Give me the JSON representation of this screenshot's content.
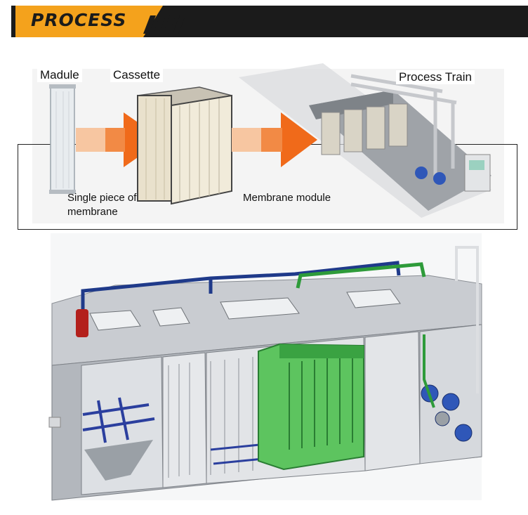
{
  "header": {
    "title": "PROCESS"
  },
  "top_panel": {
    "labels": {
      "module": "Madule",
      "cassette": "Cassette",
      "process_train": "Process Train"
    },
    "captions": {
      "single_piece": "Single piece of membrane",
      "membrane_module": "Membrane module"
    }
  },
  "colors": {
    "banner_bg": "#1b1b1b",
    "accent_orange": "#f4a21c",
    "arrow_orange": "#f06a1a",
    "pipe_blue": "#1f3a8a",
    "pipe_green": "#2e9b3a",
    "tank_gray": "#a9adb3",
    "membrane_green": "#3db34a"
  },
  "icons": [
    "banner-stripes-icon",
    "arrow-right-icon",
    "membrane-sheet-icon",
    "cassette-rack-icon",
    "process-train-icon",
    "mbr-tank-icon"
  ]
}
